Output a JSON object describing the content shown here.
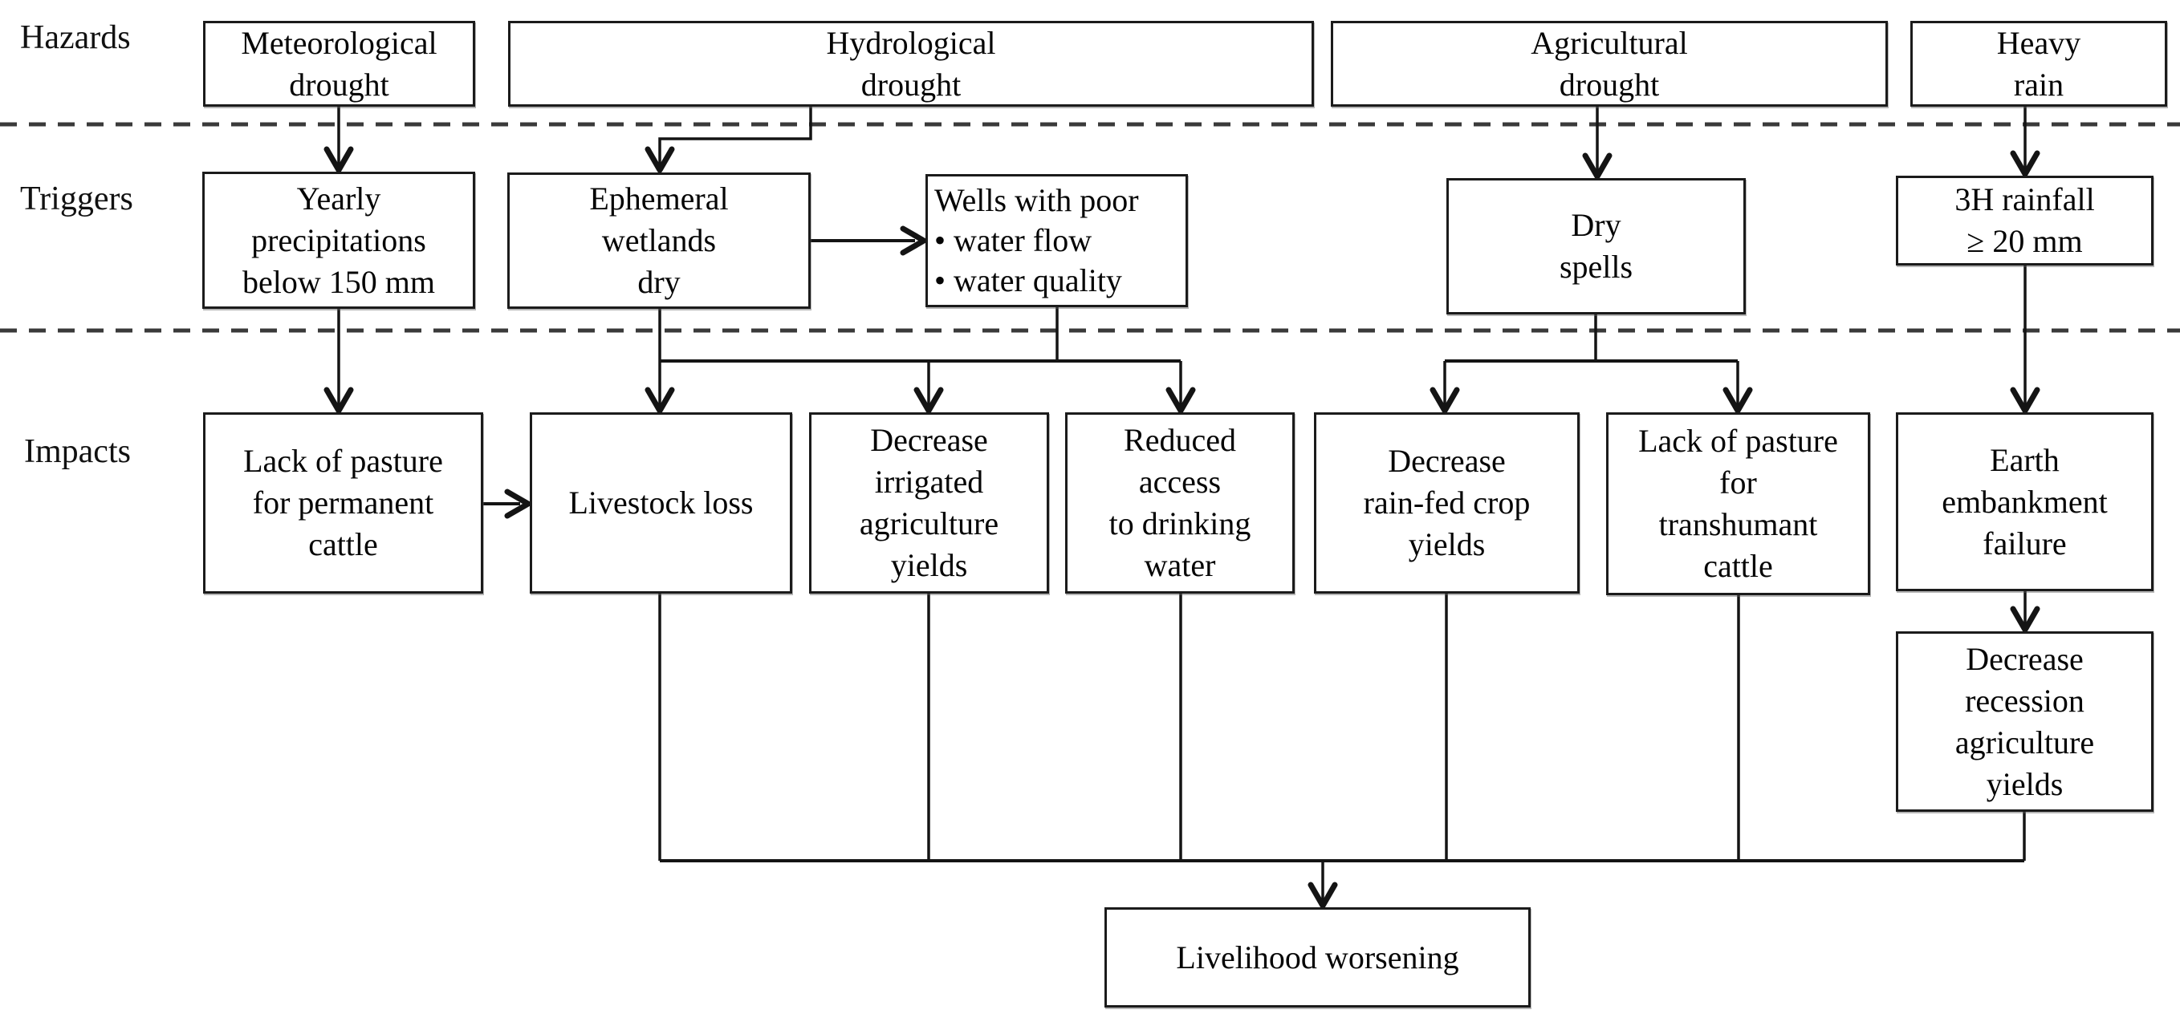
{
  "figure": {
    "title": "Hazards, triggers and impacts flowchart ending in livelihood worsening",
    "type": "flowchart",
    "row_labels": {
      "hazards": "Hazards",
      "triggers": "Triggers",
      "impacts": "Impacts"
    },
    "nodes": {
      "meteorological_drought": {
        "row": "hazards",
        "label": "Meteorological\ndrought"
      },
      "hydrological_drought": {
        "row": "hazards",
        "label": "Hydrological\ndrought"
      },
      "agricultural_drought": {
        "row": "hazards",
        "label": "Agricultural\ndrought"
      },
      "heavy_rain": {
        "row": "hazards",
        "label": "Heavy\nrain"
      },
      "yearly_precipitations": {
        "row": "triggers",
        "label": "Yearly\nprecipitations\nbelow 150 mm"
      },
      "ephemeral_wetlands_dry": {
        "row": "triggers",
        "label": "Ephemeral\nwetlands\ndry"
      },
      "wells_poor": {
        "row": "triggers",
        "label": "Wells with poor\n• water flow\n• water quality"
      },
      "dry_spells": {
        "row": "triggers",
        "label": "Dry\nspells"
      },
      "rainfall_3h": {
        "row": "triggers",
        "label": "3H rainfall\n≥ 20 mm"
      },
      "lack_pasture_permanent": {
        "row": "impacts",
        "label": "Lack of pasture\nfor permanent\ncattle"
      },
      "livestock_loss": {
        "row": "impacts",
        "label": "Livestock loss"
      },
      "decrease_irrigated": {
        "row": "impacts",
        "label": "Decrease\nirrigated\nagriculture\nyields"
      },
      "reduced_access_water": {
        "row": "impacts",
        "label": "Reduced\naccess\nto drinking\nwater"
      },
      "decrease_rainfed": {
        "row": "impacts",
        "label": "Decrease\nrain-fed crop\nyields"
      },
      "lack_pasture_transhumant": {
        "row": "impacts",
        "label": "Lack of pasture\nfor\ntranshumant\ncattle"
      },
      "earth_embankment_failure": {
        "row": "impacts",
        "label": "Earth\nembankment\nfailure"
      },
      "decrease_recession": {
        "row": "impacts",
        "label": "Decrease\nrecession\nagriculture\nyields"
      },
      "livelihood_worsening": {
        "row": "outcome",
        "label": "Livelihood worsening"
      }
    },
    "edges": [
      {
        "from": "meteorological_drought",
        "to": "yearly_precipitations"
      },
      {
        "from": "hydrological_drought",
        "to": "ephemeral_wetlands_dry"
      },
      {
        "from": "ephemeral_wetlands_dry",
        "to": "wells_poor"
      },
      {
        "from": "agricultural_drought",
        "to": "dry_spells"
      },
      {
        "from": "heavy_rain",
        "to": "rainfall_3h"
      },
      {
        "from": "yearly_precipitations",
        "to": "lack_pasture_permanent"
      },
      {
        "from": "lack_pasture_permanent",
        "to": "livestock_loss"
      },
      {
        "from": "ephemeral_wetlands_dry",
        "to": "livestock_loss"
      },
      {
        "from": "ephemeral_wetlands_dry",
        "to": "decrease_irrigated"
      },
      {
        "from": "ephemeral_wetlands_dry",
        "to": "reduced_access_water"
      },
      {
        "from": "wells_poor",
        "to": "decrease_irrigated"
      },
      {
        "from": "wells_poor",
        "to": "reduced_access_water"
      },
      {
        "from": "dry_spells",
        "to": "decrease_rainfed"
      },
      {
        "from": "dry_spells",
        "to": "lack_pasture_transhumant"
      },
      {
        "from": "rainfall_3h",
        "to": "earth_embankment_failure"
      },
      {
        "from": "earth_embankment_failure",
        "to": "decrease_recession"
      },
      {
        "from": "livestock_loss",
        "to": "livelihood_worsening"
      },
      {
        "from": "decrease_irrigated",
        "to": "livelihood_worsening"
      },
      {
        "from": "reduced_access_water",
        "to": "livelihood_worsening"
      },
      {
        "from": "decrease_rainfed",
        "to": "livelihood_worsening"
      },
      {
        "from": "lack_pasture_transhumant",
        "to": "livelihood_worsening"
      },
      {
        "from": "decrease_recession",
        "to": "livelihood_worsening"
      }
    ],
    "colors": {
      "line": "#141414",
      "divider_dash": "#3a3a3a",
      "box_border": "#1b1b1b",
      "text": "#050505",
      "background": "#ffffff"
    }
  }
}
